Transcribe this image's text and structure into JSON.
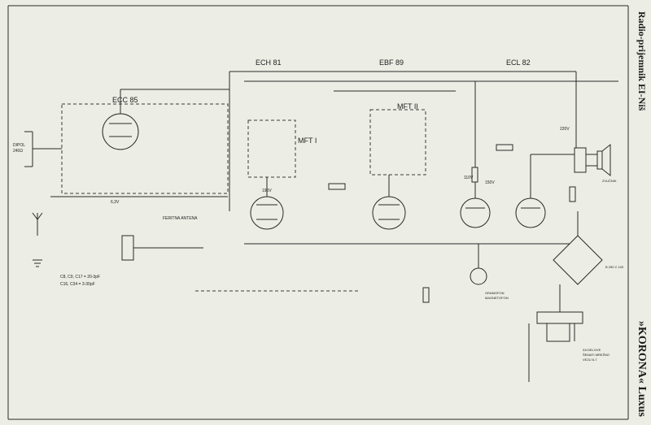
{
  "side_title": "Radio-prijemnik EI-Niš",
  "side_model": "»KORONA« Luxus",
  "tubes": {
    "ecc85": "ECC 85",
    "ech81": "ECH 81",
    "ebf89": "EBF 89",
    "ecl82": "ECL 82"
  },
  "transformers": {
    "mft1": "MFT I",
    "mft2": "MFT II"
  },
  "labels": {
    "antenna_frame": "FERITNA ANTENA",
    "dipol": "DIPOL",
    "dipol_ohm": "240Ω",
    "gramofon": "GRAMOFON",
    "magnetofon": "MAGNETOFON",
    "speaker": "ZVUČNIK",
    "mains_note_1": "ZA DELOVE",
    "mains_note_2": "ŠEMATI MREŽNO",
    "mains_note_3": "VEZU 6-7",
    "caps_note_1": "C8, C9, C17 = 20-3pF",
    "caps_note_2": "C16, C34 = 3-30pF",
    "v220": "220V",
    "v63": "6,3V",
    "v190": "190V",
    "v150": "150V",
    "v110": "110V",
    "ch_rect": "B 250 C 100"
  }
}
